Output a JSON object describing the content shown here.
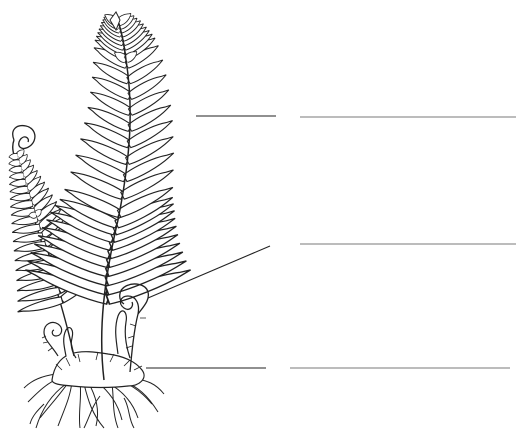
{
  "diagram": {
    "subject": "fern plant",
    "labels": [
      {
        "id": "frond",
        "text": ""
      },
      {
        "id": "fiddlehead",
        "text": ""
      },
      {
        "id": "rhizome",
        "text": ""
      }
    ]
  },
  "colors": {
    "ink": "#222222",
    "rule": "#7a7a7a",
    "background": "#ffffff"
  }
}
